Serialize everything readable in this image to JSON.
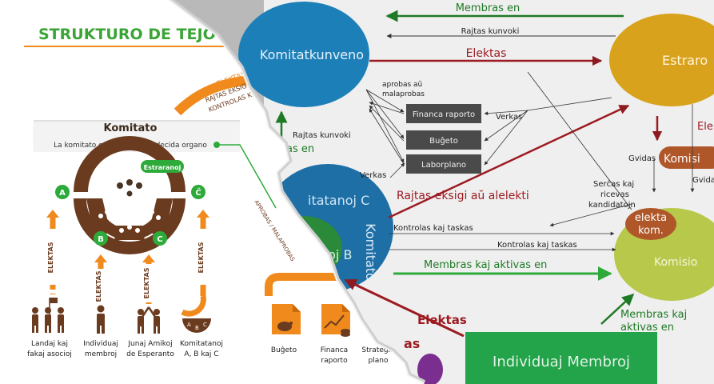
{
  "left": {
    "title": "STRUKTURO DE TEJO",
    "arc_top_line1": "ELEKTAS",
    "arc_top_line2": "RAJTAS EKSIGI",
    "arc_top_line3": "KONTROLAS K",
    "committee_title": "Komitato",
    "committee_desc": "La komitato estas la supera decida organo",
    "estraro_badge": "Estraranoj",
    "seat_a": "A",
    "seat_b": "B",
    "seat_c": "C",
    "seat_cx": "Ĉ",
    "elects": "ELEKTAS",
    "approve_label": "APROBAS / MALAPROBAS",
    "group1_line1": "Landaj kaj",
    "group1_line2": "fakaj asocioj",
    "group2_line1": "Individuaj",
    "group2_line2": "membroj",
    "group3_line1": "Junaj Amikoj",
    "group3_line2": "de Esperanto",
    "group4_line1": "Komitatanoj",
    "group4_line2": "A, B kaj C",
    "abc_a": "A",
    "abc_b": "B",
    "abc_c": "C",
    "doc1": "Buĝeto",
    "doc2_line1": "Financa",
    "doc2_line2": "raporto",
    "doc3_line1": "Strategia",
    "doc3_line2": "plano"
  },
  "right": {
    "membras_en": "Membras en",
    "rajtas_kunvoki_top": "Rajtas kunvoki",
    "komitatkunveno": "Komitatkunveno",
    "elektas_top": "Elektas",
    "estraro": "Estraro",
    "aprobas_line1": "aprobas aŭ",
    "aprobas_line2": "malaprobas",
    "financa_raporto": "Financa raporto",
    "bugeto": "Buĝeto",
    "laborplano": "Laborplano",
    "verkas1": "Verkas",
    "verkas2": "Verkas",
    "rajtas_kunvoki_mid": "Rajtas kunvoki",
    "as_en": "as en",
    "elektas_right": "Ele",
    "gvidas1": "Gvidas",
    "gvidas2": "Gvida",
    "komisiono_label": "Komisi",
    "komitatanoj_c": "itatanoj C",
    "komitato_vertical": "Komitato",
    "rajtas_eksigi": "Rajtas eksigi aŭ alelekti",
    "sercas_line1": "Serĉas    kaj",
    "sercas_line2": "ricevas",
    "sercas_line3": "kandidatojn",
    "elekta_line1": "elekta",
    "elekta_line2": "kom.",
    "kontrolas1": "Kontrolas kaj taskas",
    "kontrolas2": "Kontrolas kaj taskas",
    "komitatanoj_b": "noj B",
    "komisionoj": "Komisio",
    "membras_aktivas_mid": "Membras kaj aktivas en",
    "membras_aktivas_r1": "Membras kaj",
    "membras_aktivas_r2": "aktivas en",
    "elektas_bottom": "Elektas",
    "individuaj_membroj": "Individuaj Membroj",
    "partial_as": "as"
  },
  "colors": {
    "orange": "#f08a1c",
    "brown": "#6b3b1f",
    "green": "#2eaa3a",
    "title_green": "#3aa535",
    "blue": "#1d7fb8",
    "dark_red": "#9c1b22",
    "gold": "#d9a21c",
    "lime": "#b7c84a",
    "bright_green_box": "#23a34a",
    "rust": "#b0572a"
  }
}
